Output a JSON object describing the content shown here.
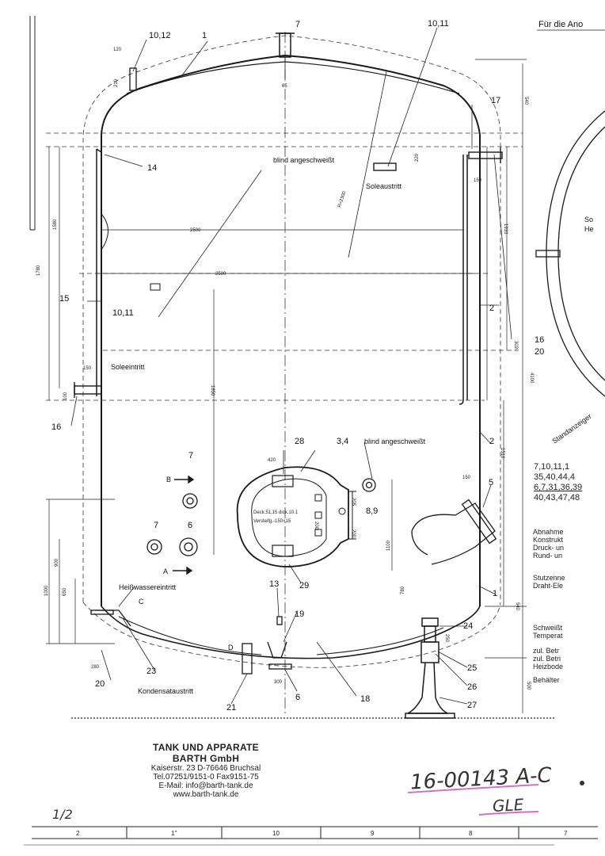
{
  "header": {
    "ref_top": "10,11",
    "corner_note": "Für die Ano"
  },
  "parts": {
    "p1": "1",
    "p1b": "1",
    "p2": "2",
    "p2b": "2",
    "p5": "5",
    "p6": "6",
    "p6b": "6",
    "p7": "7",
    "p7b": "7",
    "p7c": "7",
    "p1012": "10,12",
    "p1011a": "10,11",
    "p1011b": "10,11",
    "p13": "13",
    "p14": "14",
    "p15": "15",
    "p16a": "16",
    "p16b": "16",
    "p17": "17",
    "p18": "18",
    "p19": "19",
    "p20a": "20",
    "p20b": "20",
    "p21": "21",
    "p23": "23",
    "p24": "24",
    "p25": "25",
    "p26": "26",
    "p27": "27",
    "p28": "28",
    "p29": "29",
    "p34": "3,4",
    "p89": "8,9"
  },
  "labels": {
    "blind1": "blind angeschweißt",
    "blind2": "blind angeschweißt",
    "soleaustritt": "Soleaustritt",
    "soleeintritt": "Soleeintritt",
    "heisswasser": "Heißwassereintritt",
    "kondensat": "Kondensataustritt",
    "deckel": "Deck.51,15 dick.10.1",
    "versteif": "Versteifg.-150×15",
    "cutB": "B",
    "cutA": "A",
    "cutC": "C",
    "cutD": "D"
  },
  "dims": {
    "d2500a": "2500",
    "d2500b": "2500",
    "d1850": "1850",
    "d1780": "1780",
    "d1580": "1580",
    "d1910": "1910",
    "d3020": "3020",
    "d4100": "4100",
    "d1510": "1510",
    "d540a": "540",
    "d540b": "540",
    "d500": "500",
    "d1100": "1100",
    "d780": "780",
    "d420": "420",
    "d150a": "150",
    "d150b": "150",
    "d150c": "150",
    "d280": "280",
    "d250": "250",
    "d300": "300",
    "d1000": "1000",
    "d900": "900",
    "d650": "650",
    "d120": "120",
    "d210": "210",
    "dR2300": "R≈2300",
    "d65": "65",
    "d220": "220",
    "d100": "100",
    "d200a": "200",
    "d200b": "200",
    "d205": "205"
  },
  "side_notes": {
    "standanzeiger": "Standanzeiger",
    "s1": "7,10,11,1",
    "s2": "35,40,44,4",
    "s3": "6,7,31,36,39",
    "s4": "40,43,47,48",
    "so": "So",
    "he": "He",
    "n1": "Abnahme",
    "n2": "Konstrukt",
    "n3": "Druck- un",
    "n4": "Rund- un",
    "n5": "Stutzenne",
    "n6": "Draht-Ele",
    "n7": "Schweißt",
    "n8": "Temperat",
    "n9": "zul. Betr",
    "n10": "zul. Betri",
    "n11": "Heizbode",
    "n12": "Behälter"
  },
  "company": {
    "name1": "TANK UND APPARATE",
    "name2": "BARTH GmbH",
    "addr": "Kaiserstr. 23  D-76646 Bruchsal",
    "tel": "Tel.07251/9151-0  Fax9151-75",
    "mail": "E-Mail: info@barth-tank.de",
    "web": "www.barth-tank.de"
  },
  "handwriting": {
    "drawing_no": "16-00143 A-C",
    "initials": "GLE",
    "sheet": "1/2"
  },
  "frame": {
    "n2": "2",
    "n1": "1\"",
    "n10": "10",
    "n9": "9",
    "n8": "8",
    "n7": "7"
  },
  "colors": {
    "ink": "#1a1a1a",
    "highlight": "#d36fc4"
  }
}
